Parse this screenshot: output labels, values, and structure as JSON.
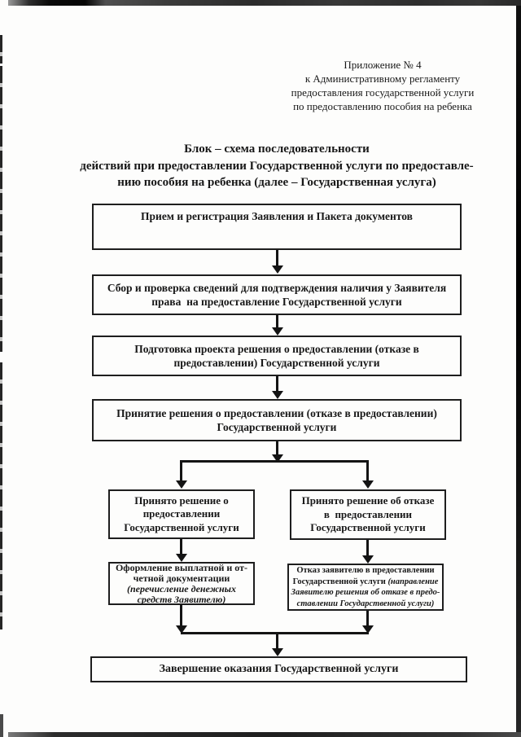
{
  "page": {
    "appendix_header": "Приложение № 4\nк Административному регламенту\nпредоставления государственной услуги\nпо предоставлению пособия на ребенка",
    "title": "Блок – схема последовательности\nдействий при предоставлении Государственной услуги по предоставле-\nнию пособия на ребенка (далее – Государственная услуга)"
  },
  "flowchart": {
    "step1": {
      "text": "Прием и регистрация Заявления и Пакета документов"
    },
    "step2": {
      "text": "Сбор и проверка сведений для подтверждения наличия у Заявителя\nправа  на предоставление Государственной услуги"
    },
    "step3": {
      "text": "Подготовка проекта решения о предоставлении (отказе в\nпредоставлении) Государственной услуги"
    },
    "step4": {
      "text": "Принятие решения о предоставлении (отказе в предоставлении)\nГосударственной услуги"
    },
    "branch_left": {
      "text": "Принято решение о\nпредоставлении\nГосударственной услуги"
    },
    "branch_right": {
      "text": "Принято решение об отказе\nв  предоставлении\nГосударственной услуги"
    },
    "action_left": {
      "bold_part": "Оформление выплатной и от-\nчетной документации",
      "italic_part": "(перечисление денежных\nсредств Заявителю)"
    },
    "action_right": {
      "line1": "Отказ заявителю в предоставлении",
      "line2_bold": "Государственной услуги ",
      "line2_italic": "(направление",
      "line3_italic": "Заявителю решения об отказе в предо-",
      "line4_italic": "ставлении Государственной услуги)"
    },
    "final": {
      "text": "Завершение оказания Государственной услуги"
    }
  }
}
